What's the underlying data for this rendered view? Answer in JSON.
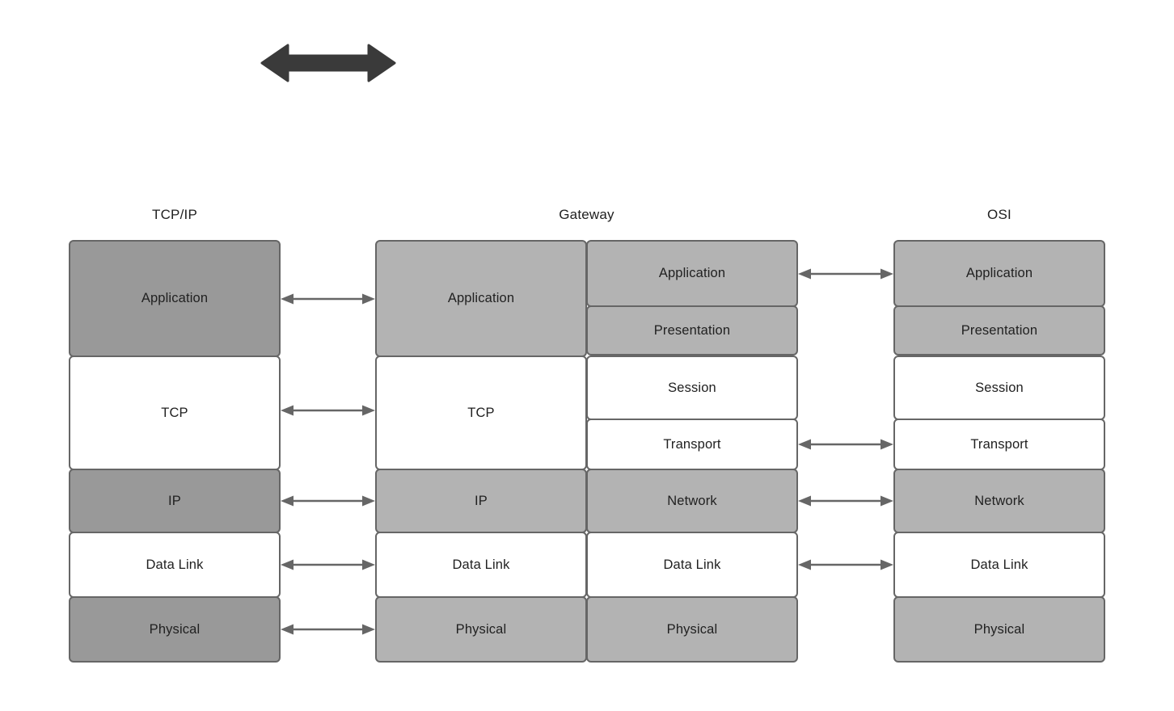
{
  "diagram": {
    "title_semantic": "tcp-ip-osi-gateway-layer-mapping",
    "top_arrow": {
      "name": "bidirectional-arrow",
      "color": "#3a3a3a"
    },
    "colors": {
      "shade_dark": "#999999",
      "shade_light": "#b3b3b3",
      "white": "#ffffff",
      "border": "#666666",
      "text": "#212121",
      "arrow": "#666666",
      "big_arrow": "#3a3a3a"
    },
    "columns": [
      {
        "id": "tcpip",
        "title": "TCP/IP",
        "layers": [
          {
            "label": "Application",
            "shade": "dark"
          },
          {
            "label": "TCP",
            "shade": "white"
          },
          {
            "label": "IP",
            "shade": "dark"
          },
          {
            "label": "Data Link",
            "shade": "white"
          },
          {
            "label": "Physical",
            "shade": "dark"
          }
        ]
      },
      {
        "id": "gateway",
        "title": "Gateway",
        "left_layers": [
          {
            "label": "Application",
            "shade": "light"
          },
          {
            "label": "TCP",
            "shade": "white"
          },
          {
            "label": "IP",
            "shade": "light"
          },
          {
            "label": "Data Link",
            "shade": "white"
          },
          {
            "label": "Physical",
            "shade": "light"
          }
        ],
        "right_layers": [
          {
            "label": "Application",
            "shade": "light"
          },
          {
            "label": "Presentation",
            "shade": "light"
          },
          {
            "label": "Session",
            "shade": "white"
          },
          {
            "label": "Transport",
            "shade": "white"
          },
          {
            "label": "Network",
            "shade": "light"
          },
          {
            "label": "Data Link",
            "shade": "white"
          },
          {
            "label": "Physical",
            "shade": "light"
          }
        ]
      },
      {
        "id": "osi",
        "title": "OSI",
        "layers": [
          {
            "label": "Application",
            "shade": "light"
          },
          {
            "label": "Presentation",
            "shade": "light"
          },
          {
            "label": "Session",
            "shade": "white"
          },
          {
            "label": "Transport",
            "shade": "white"
          },
          {
            "label": "Network",
            "shade": "light"
          },
          {
            "label": "Data Link",
            "shade": "white"
          },
          {
            "label": "Physical",
            "shade": "light"
          }
        ]
      }
    ],
    "connectors_left": [
      {
        "from": "Application",
        "to": "Application"
      },
      {
        "from": "TCP",
        "to": "TCP"
      },
      {
        "from": "IP",
        "to": "IP"
      },
      {
        "from": "Data Link",
        "to": "Data Link"
      },
      {
        "from": "Physical",
        "to": "Physical"
      }
    ],
    "connectors_right": [
      {
        "from": "Application",
        "to": "Application"
      },
      {
        "from": "Transport",
        "to": "Transport"
      },
      {
        "from": "Network",
        "to": "Network"
      },
      {
        "from": "Data Link",
        "to": "Data Link"
      }
    ]
  }
}
